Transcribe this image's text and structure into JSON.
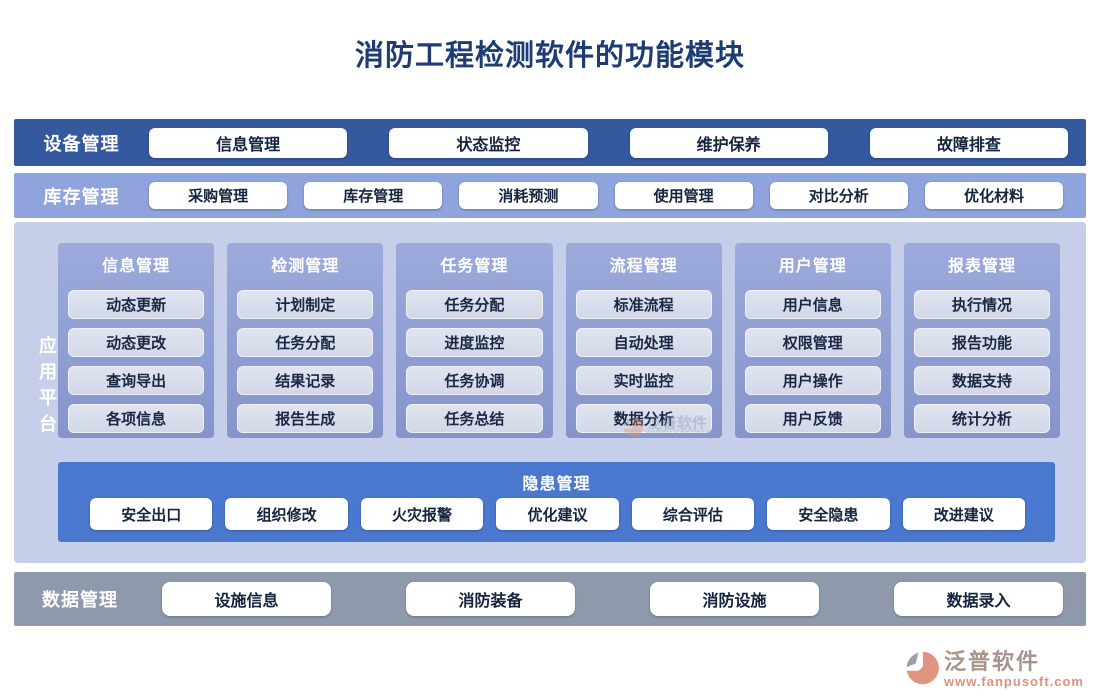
{
  "title": "消防工程检测软件的功能模块",
  "rows": {
    "device": {
      "label": "设备管理",
      "items": [
        "信息管理",
        "状态监控",
        "维护保养",
        "故障排查"
      ]
    },
    "inventory": {
      "label": "库存管理",
      "items": [
        "采购管理",
        "库存管理",
        "消耗预测",
        "使用管理",
        "对比分析",
        "优化材料"
      ]
    },
    "data": {
      "label": "数据管理",
      "items": [
        "设施信息",
        "消防装备",
        "消防设施",
        "数据录入"
      ]
    }
  },
  "platform": {
    "label": "应用平台",
    "columns": [
      {
        "title": "信息管理",
        "items": [
          "动态更新",
          "动态更改",
          "查询导出",
          "各项信息"
        ]
      },
      {
        "title": "检测管理",
        "items": [
          "计划制定",
          "任务分配",
          "结果记录",
          "报告生成"
        ]
      },
      {
        "title": "任务管理",
        "items": [
          "任务分配",
          "进度监控",
          "任务协调",
          "任务总结"
        ]
      },
      {
        "title": "流程管理",
        "items": [
          "标准流程",
          "自动处理",
          "实时监控",
          "数据分析"
        ]
      },
      {
        "title": "用户管理",
        "items": [
          "用户信息",
          "权限管理",
          "用户操作",
          "用户反馈"
        ]
      },
      {
        "title": "报表管理",
        "items": [
          "执行情况",
          "报告功能",
          "数据支持",
          "统计分析"
        ]
      }
    ],
    "hazard": {
      "title": "隐患管理",
      "items": [
        "安全出口",
        "组织修改",
        "火灾报警",
        "优化建议",
        "综合评估",
        "安全隐患",
        "改进建议"
      ]
    }
  },
  "watermark": {
    "name": "泛普软件",
    "subtitle": "FANPU SOFTWARE"
  },
  "logo": {
    "name": "泛普软件",
    "url": "www.fanpusoft.com"
  },
  "colors": {
    "title_text": "#1e3c74",
    "device_bar": "#35599e",
    "inventory_bar": "#8fa3dc",
    "platform_bg": "#c5cfea",
    "column_panel_top": "#9caadc",
    "column_panel_bottom": "#8594ca",
    "chip_bg": "#d7dcea",
    "hazard_bar": "#4a78ce",
    "data_bar": "#8e9aab",
    "button_text": "#15233f",
    "logo_salmon": "#dd9078"
  }
}
